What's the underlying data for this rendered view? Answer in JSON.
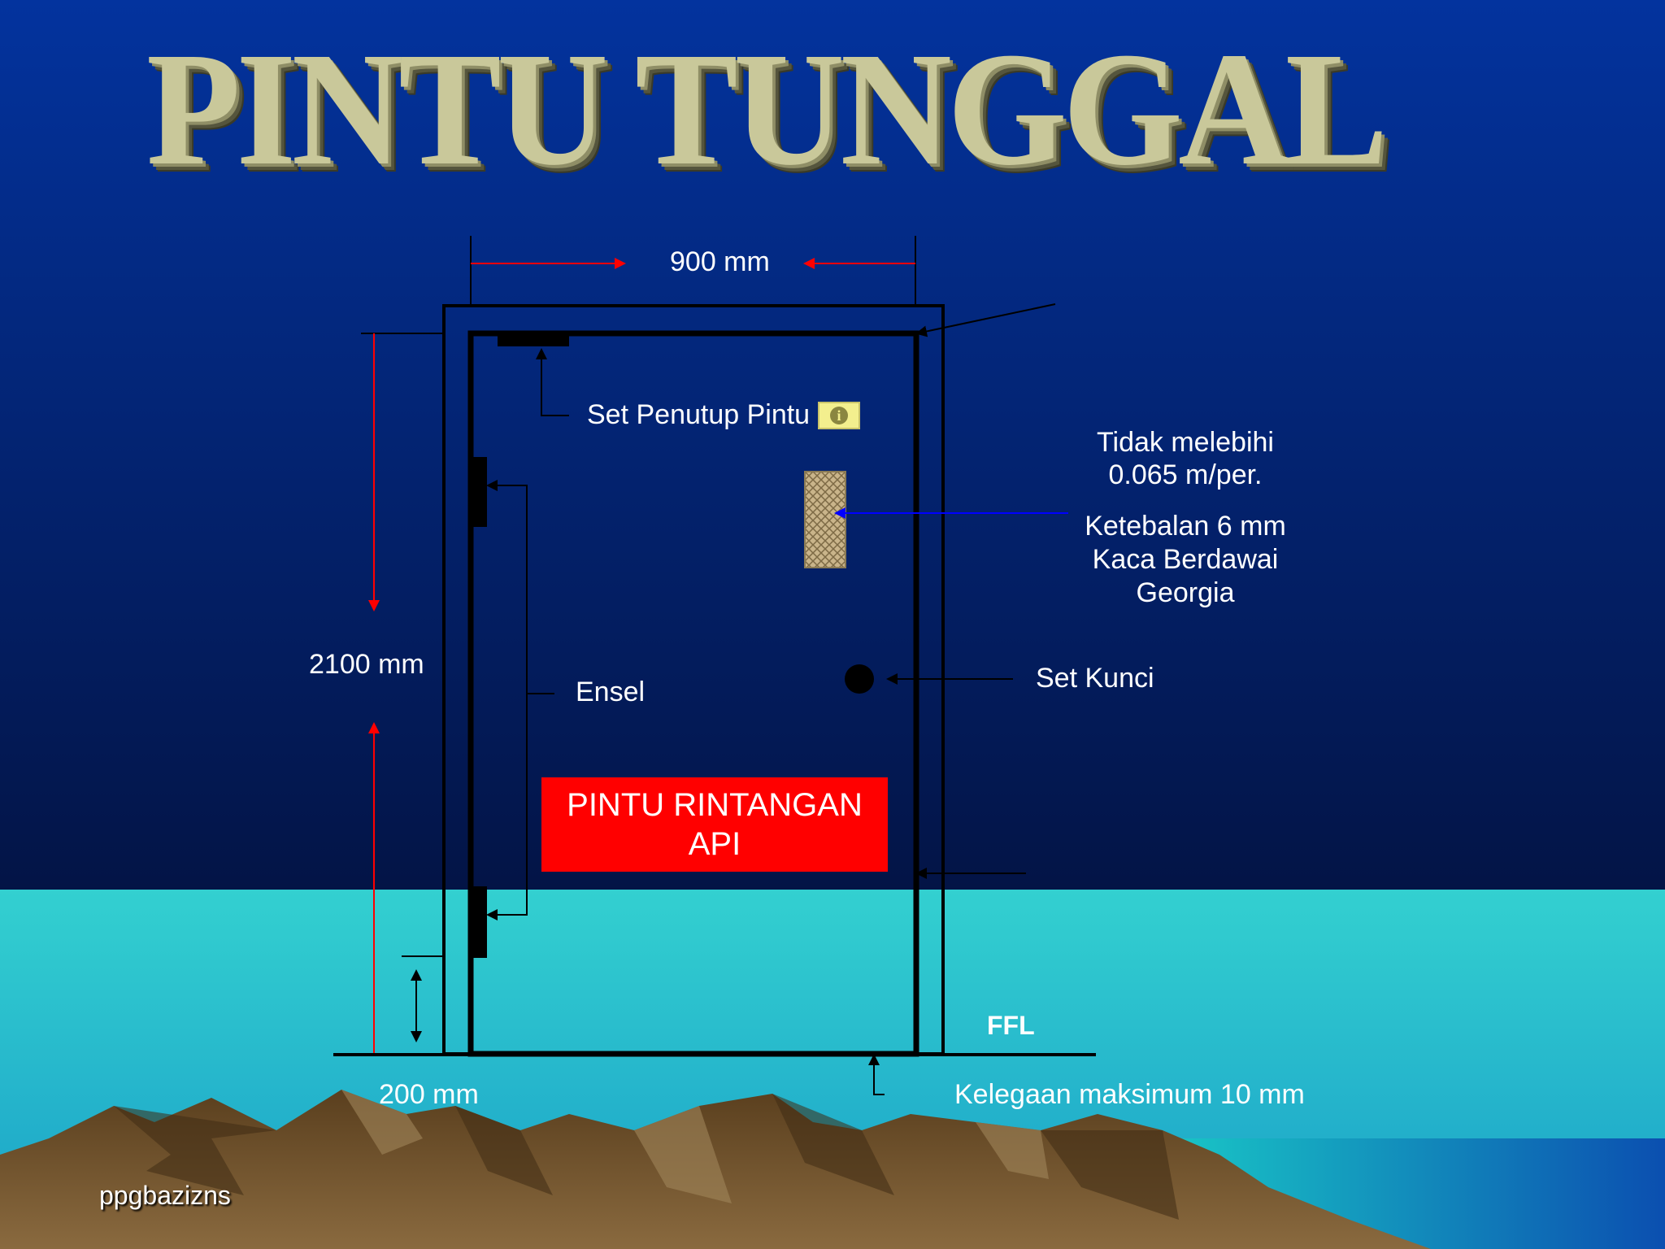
{
  "title": "PINTU TUNGGAL",
  "dimensions": {
    "width_label": "900 mm",
    "height_label": "2100 mm",
    "bottom_label": "200 mm"
  },
  "labels": {
    "closer": "Set Penutup Pintu",
    "hinge": "Ensel",
    "glass_note_1": "Tidak melebihi",
    "glass_note_2": "0.065 m/per.",
    "glass_desc_1": "Ketebalan 6 mm",
    "glass_desc_2": "Kaca Berdawai",
    "glass_desc_3": "Georgia",
    "lock": "Set Kunci",
    "ffl": "FFL",
    "clearance": "Kelegaan maksimum 10 mm"
  },
  "sign": {
    "line1": "PINTU RINTANGAN",
    "line2": "API"
  },
  "footer": "ppgbazizns",
  "colors": {
    "sky_top": "#03339e",
    "sky_bottom": "#031446",
    "sea": "#2ec8cc",
    "mountain": "#6b4d27",
    "sign_bg": "#ff0000",
    "arrow_red": "#ff0000",
    "arrow_blue": "#0000ff",
    "title": "#c9c89a"
  },
  "icons": {
    "info": "info-icon"
  }
}
